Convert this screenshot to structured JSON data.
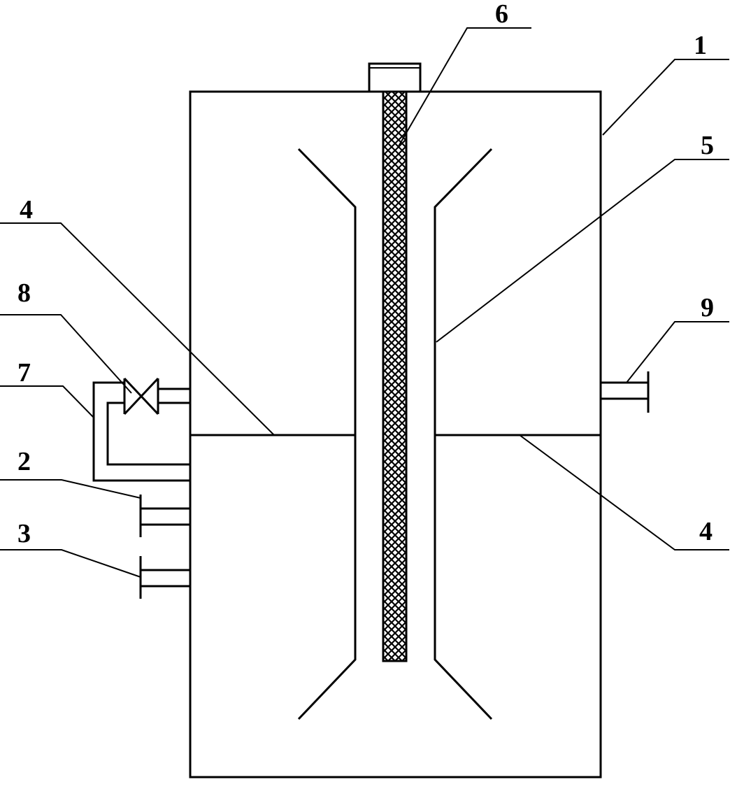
{
  "colors": {
    "line": "#000000",
    "background": "#ffffff",
    "rod_hatch": "#000000"
  },
  "labels": {
    "l1": "1",
    "l2": "2",
    "l3": "3",
    "l4_left": "4",
    "l4_right": "4",
    "l5": "5",
    "l6": "6",
    "l7": "7",
    "l8": "8",
    "l9": "9"
  }
}
